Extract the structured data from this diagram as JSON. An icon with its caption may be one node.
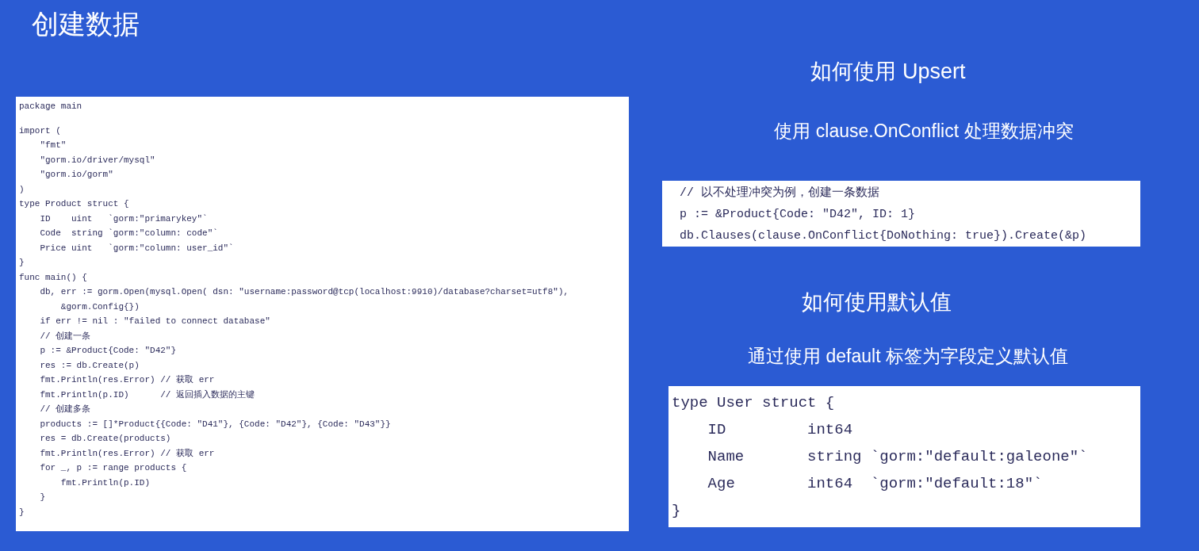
{
  "diagram": {
    "title": "创建数据",
    "labels": [
      "package main",
      "import (",
      "    \"fmt\"",
      "    \"gorm.io/driver/mysql\"",
      "    \"gorm.io/gorm\"",
      ")",
      "type Product struct {",
      "    ID    uint   `gorm:\"primarykey\"`",
      "    Code  string `gorm:\"column: code\"`",
      "    Price uint   `gorm:\"column: user_id\"`",
      "}",
      "func main() {",
      "    db, err := gorm.Open(mysql.Open( dsn: \"username:password@tcp(localhost:9910)/database?charset=utf8\"),",
      "        &gorm.Config{})",
      "    if err != nil : \"failed to connect database\"",
      "    // 创建一条",
      "    p := &Product{Code: \"D42\"}",
      "    res := db.Create(p)",
      "    fmt.Println(res.Error) // 获取 err",
      "    fmt.Println(p.ID)      // 返回插入数据的主键",
      "    // 创建多条",
      "    products := []*Product{{Code: \"D41\"}, {Code: \"D42\"}, {Code: \"D43\"}}",
      "    res = db.Create(products)",
      "    fmt.Println(res.Error) // 获取 err",
      "    for _, p := range products {",
      "        fmt.Println(p.ID)",
      "    }",
      "}",
      "如何使用 Upsert",
      "使用 clause.OnConflict 处理数据冲突",
      "  // 以不处理冲突为例，创建一条数据",
      "  p := &Product{Code: \"D42\", ID: 1}",
      "  db.Clauses(clause.OnConflict{DoNothing: true}).Create(&p)",
      "如何使用默认值",
      "通过使用 default 标签为字段定义默认值",
      "type User struct {",
      "    ID         int64",
      "    Name       string `gorm:\"default:galeone\"`",
      "    Age        int64  `gorm:\"default:18\"`",
      "}"
    ]
  }
}
